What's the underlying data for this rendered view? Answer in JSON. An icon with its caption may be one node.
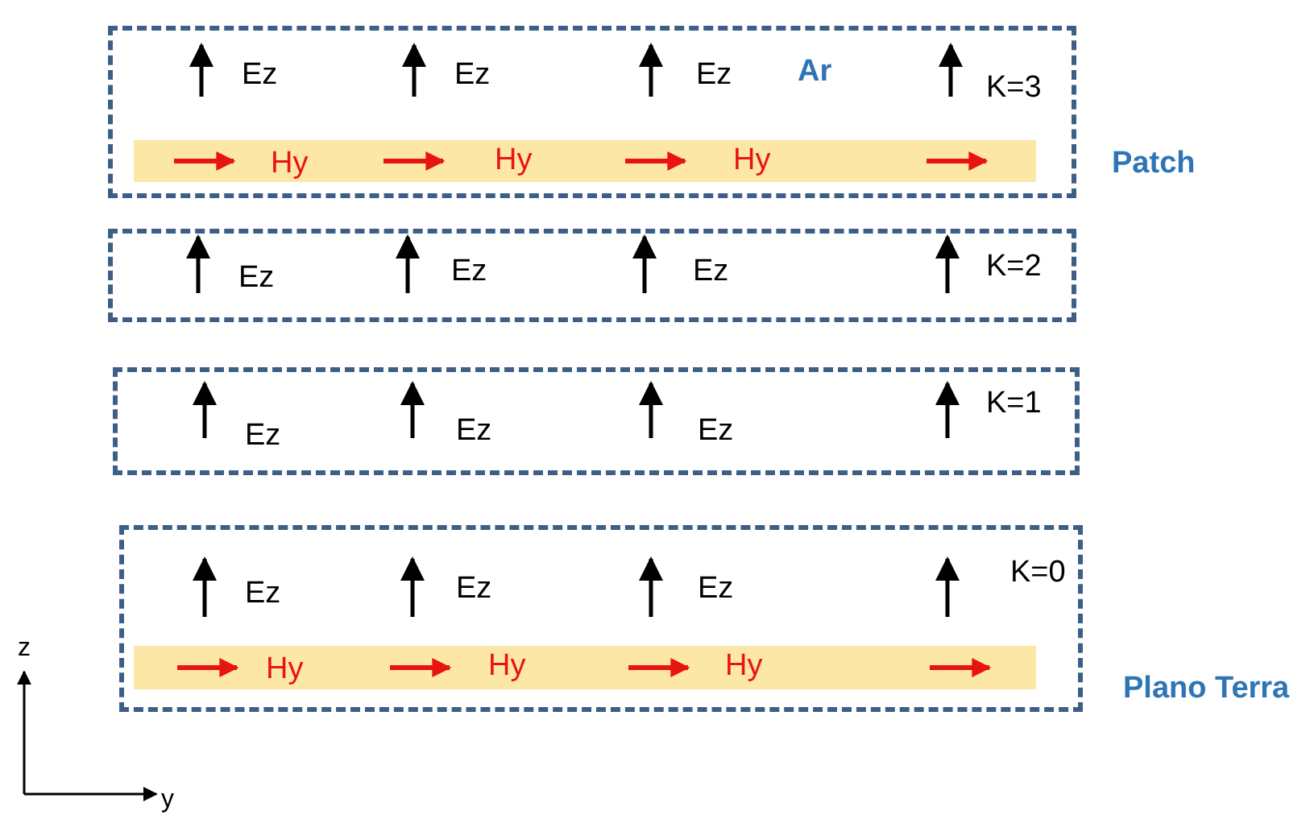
{
  "diagram": {
    "nodes": [
      {
        "text": [
          "Ez",
          "Ez",
          "Ez",
          "Ar",
          "K=3"
        ]
      },
      {
        "text": [
          "Hy",
          "Hy",
          "Hy"
        ],
        "in": 0,
        "beside": [
          "Patch"
        ]
      },
      {
        "text": [
          "Ez",
          "Ez",
          "Ez",
          "K=2"
        ]
      },
      {
        "text": [
          "Ez",
          "Ez",
          "Ez",
          "K=1"
        ]
      },
      {
        "text": [
          "Ez",
          "Ez",
          "Ez",
          "K=0"
        ]
      },
      {
        "text": [
          "Hy",
          "Hy",
          "Hy"
        ],
        "in": 4,
        "beside": [
          "Plano Terra"
        ]
      }
    ],
    "labels": [
      "z",
      "y"
    ]
  }
}
